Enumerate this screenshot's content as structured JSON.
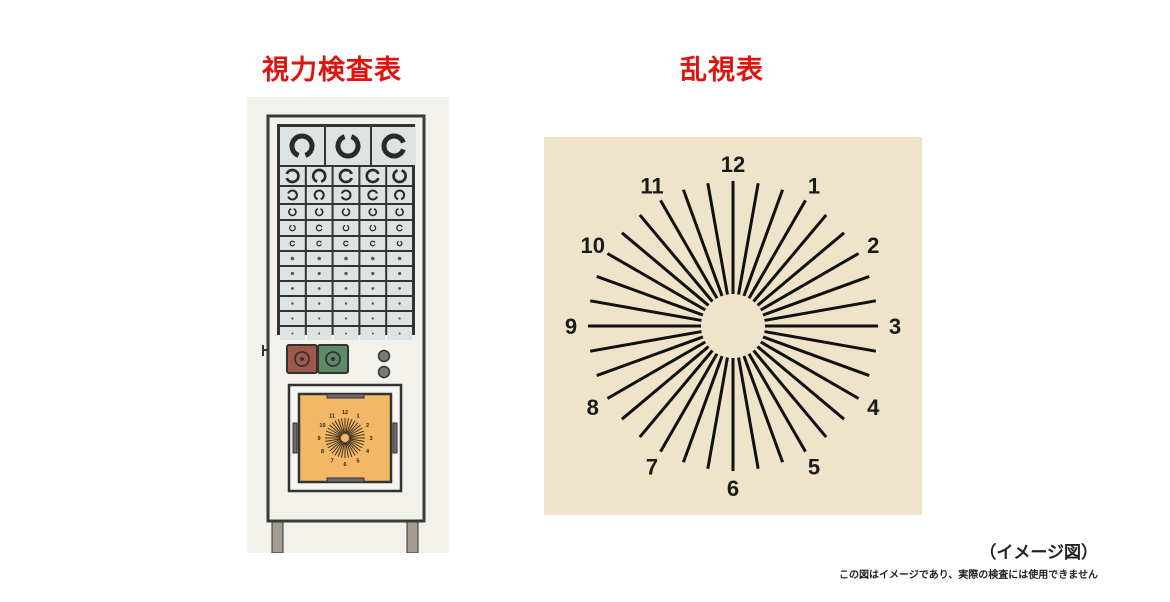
{
  "titles": {
    "left": "視力検査表",
    "right": "乱視表"
  },
  "visual_acuity_chart": {
    "top_row_rings": 3,
    "grid_columns": 5,
    "grid_rows": 11,
    "buttons": [
      {
        "name": "red-button",
        "color": "#a0574c"
      },
      {
        "name": "green-button",
        "color": "#5f8a68"
      }
    ],
    "knobs": 2,
    "inset_color": "#f2b866"
  },
  "astigmatism_chart": {
    "background": "#efe3c9",
    "line_color": "#111111",
    "line_count": 36,
    "clock_labels": [
      "12",
      "1",
      "2",
      "3",
      "4",
      "5",
      "6",
      "7",
      "8",
      "9",
      "10",
      "11"
    ]
  },
  "notes": {
    "image_label": "（イメージ図）",
    "disclaimer": "この図はイメージであり、実際の検査には使用できません"
  },
  "colors": {
    "title_red": "#e0140f"
  }
}
